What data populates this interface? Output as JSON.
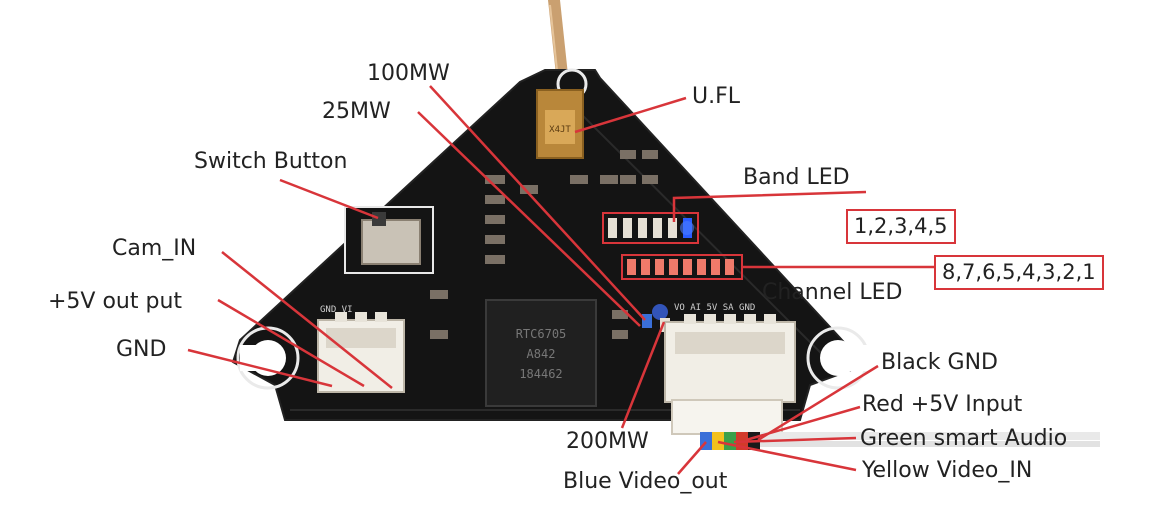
{
  "labels": {
    "mw100": "100MW",
    "mw25": "25MW",
    "ufl": "U.FL",
    "switch_button": "Switch Button",
    "band_led": "Band LED",
    "band_values": "1,2,3,4,5",
    "cam_in": "Cam_IN",
    "plus5v_out": "+5V out put",
    "channel_values": "8,7,6,5,4,3,2,1",
    "channel_led": "Channel LED",
    "gnd": "GND",
    "black_gnd": "Black GND",
    "red_5v": "Red +5V Input",
    "mw200": "200MW",
    "green_audio": "Green smart Audio",
    "yellow_video": "Yellow Video_IN",
    "blue_video": "Blue Video_out"
  },
  "board_text": {
    "chip_line1": "RTC6705",
    "chip_line2": "A842",
    "chip_line3": "184462",
    "left_pins": "GND   VI",
    "right_pins": "VO  AI  5V  SA  GND",
    "antenna_mark": "X4JT"
  },
  "colors": {
    "board": "#141414",
    "leader_line": "#d8353a",
    "highlight_box": "#d8353a",
    "connector": "#f1eee6",
    "band_led_blue": "#2a5cff",
    "channel_led": "#f07a6a",
    "wire_black": "#1a1a1a",
    "wire_red": "#d23a2a",
    "wire_green": "#3aa04a",
    "wire_yellow": "#f3c11d",
    "wire_blue": "#3a6fd8"
  }
}
